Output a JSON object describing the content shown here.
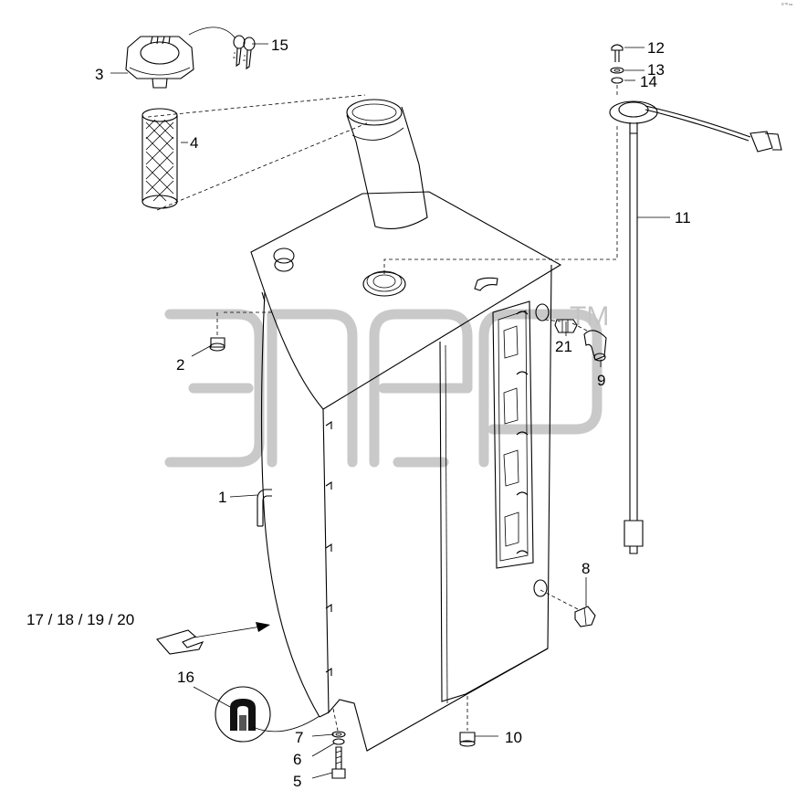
{
  "watermark": {
    "trademark": "TM"
  },
  "corner_mark": "©™ •••",
  "callouts": [
    {
      "id": "c1",
      "label": "1"
    },
    {
      "id": "c2",
      "label": "2"
    },
    {
      "id": "c3",
      "label": "3"
    },
    {
      "id": "c4",
      "label": "4"
    },
    {
      "id": "c5",
      "label": "5"
    },
    {
      "id": "c6",
      "label": "6"
    },
    {
      "id": "c7",
      "label": "7"
    },
    {
      "id": "c8",
      "label": "8"
    },
    {
      "id": "c9",
      "label": "9"
    },
    {
      "id": "c10",
      "label": "10"
    },
    {
      "id": "c11",
      "label": "11"
    },
    {
      "id": "c12",
      "label": "12"
    },
    {
      "id": "c13",
      "label": "13"
    },
    {
      "id": "c14",
      "label": "14"
    },
    {
      "id": "c15",
      "label": "15"
    },
    {
      "id": "c16",
      "label": "16"
    },
    {
      "id": "c17",
      "label": "17 / 18 / 19 / 20"
    },
    {
      "id": "c21",
      "label": "21"
    }
  ]
}
